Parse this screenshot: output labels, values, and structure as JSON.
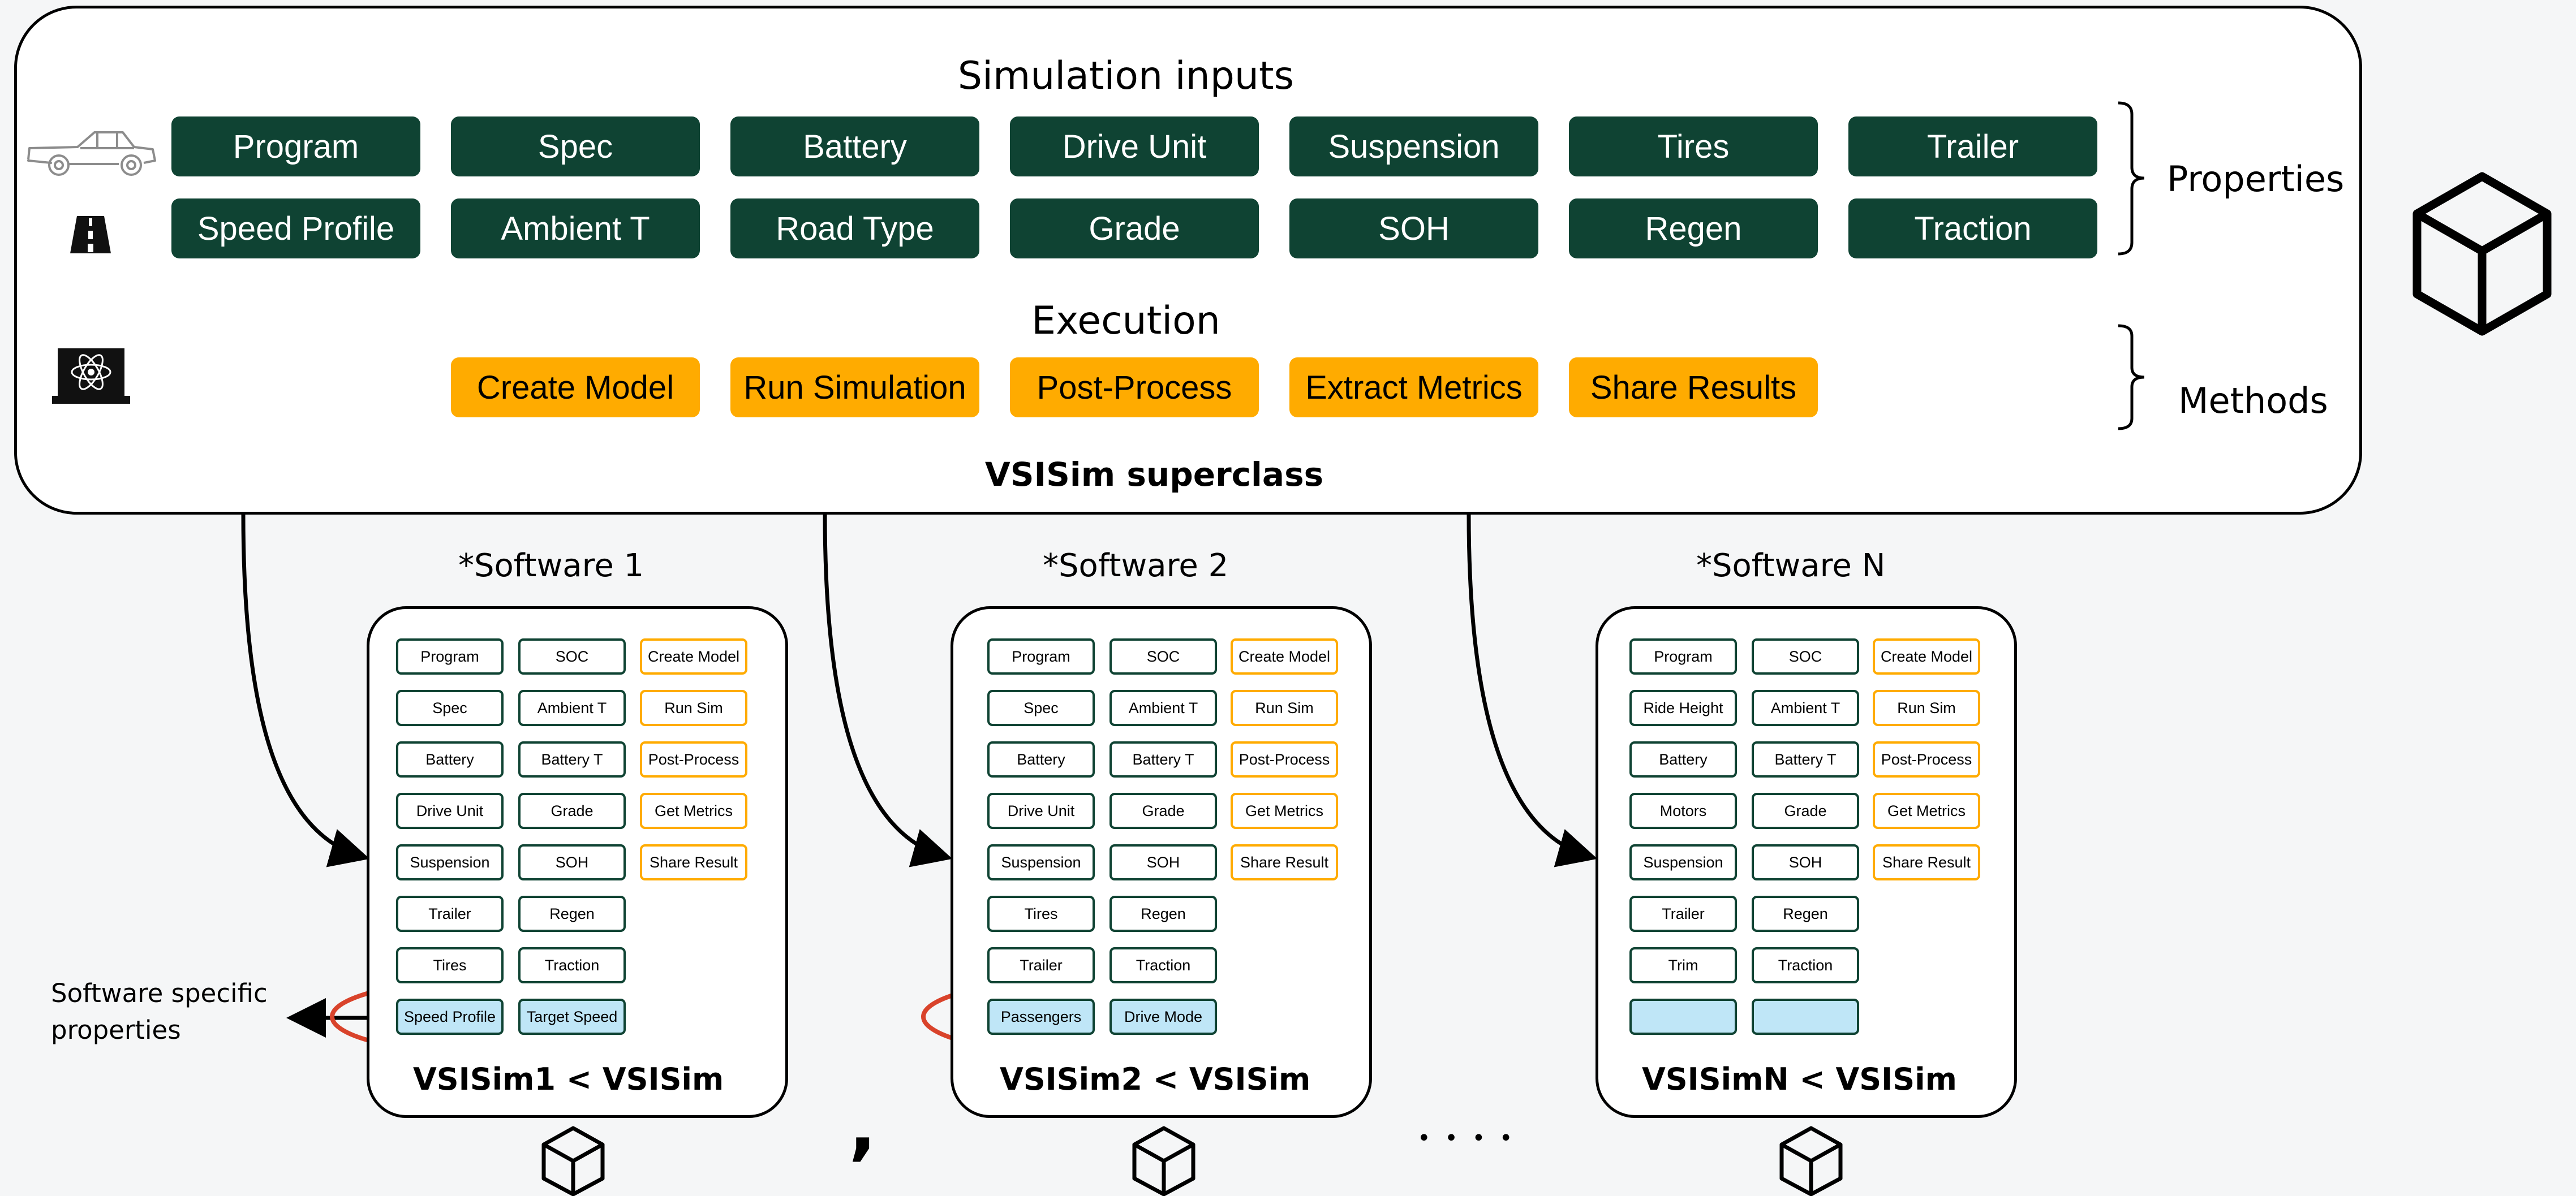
{
  "superclass": {
    "inputs_title": "Simulation inputs",
    "execution_title": "Execution",
    "name": "VSISim superclass",
    "properties_label": "Properties",
    "methods_label": "Methods",
    "vehicle_properties": [
      "Program",
      "Spec",
      "Battery",
      "Drive Unit",
      "Suspension",
      "Tires",
      "Trailer"
    ],
    "environment_properties": [
      "Speed Profile",
      "Ambient T",
      "Road Type",
      "Grade",
      "SOH",
      "Regen",
      "Traction"
    ],
    "methods": [
      "Create Model",
      "Run Simulation",
      "Post-Process",
      "Extract Metrics",
      "Share Results"
    ],
    "colors": {
      "property_fill": "#0f4333",
      "method_fill": "#ffab00",
      "specific_fill": "#bfe6f7",
      "highlight": "#d9432b"
    }
  },
  "icons": [
    "truck-icon",
    "road-icon",
    "laptop-atom-icon",
    "cube-icon"
  ],
  "subclasses": [
    {
      "software_label": "*Software 1",
      "name": "VSISim1 < VSISim",
      "col1": [
        "Program",
        "Spec",
        "Battery",
        "Drive Unit",
        "Suspension",
        "Trailer",
        "Tires"
      ],
      "col2": [
        "SOC",
        "Ambient T",
        "Battery T",
        "Grade",
        "SOH",
        "Regen",
        "Traction"
      ],
      "methods": [
        "Create Model",
        "Run Sim",
        "Post-Process",
        "Get Metrics",
        "Share Result"
      ],
      "specific": [
        "Speed Profile",
        "Target Speed"
      ]
    },
    {
      "software_label": "*Software 2",
      "name": "VSISim2 < VSISim",
      "col1": [
        "Program",
        "Spec",
        "Battery",
        "Drive Unit",
        "Suspension",
        "Tires",
        "Trailer"
      ],
      "col2": [
        "SOC",
        "Ambient T",
        "Battery T",
        "Grade",
        "SOH",
        "Regen",
        "Traction"
      ],
      "methods": [
        "Create Model",
        "Run Sim",
        "Post-Process",
        "Get Metrics",
        "Share Result"
      ],
      "specific": [
        "Passengers",
        "Drive Mode"
      ]
    },
    {
      "software_label": "*Software N",
      "name": "VSISimN < VSISim",
      "col1": [
        "Program",
        "Ride Height",
        "Battery",
        "Motors",
        "Suspension",
        "Trailer",
        "Trim"
      ],
      "col2": [
        "SOC",
        "Ambient T",
        "Battery T",
        "Grade",
        "SOH",
        "Regen",
        "Traction"
      ],
      "methods": [
        "Create Model",
        "Run Sim",
        "Post-Process",
        "Get Metrics",
        "Share Result"
      ],
      "specific": [
        "",
        ""
      ]
    }
  ],
  "annotation": {
    "line1": "Software specific",
    "line2": "properties"
  },
  "separators": {
    "comma": ",",
    "ellipsis": "• • • •"
  }
}
